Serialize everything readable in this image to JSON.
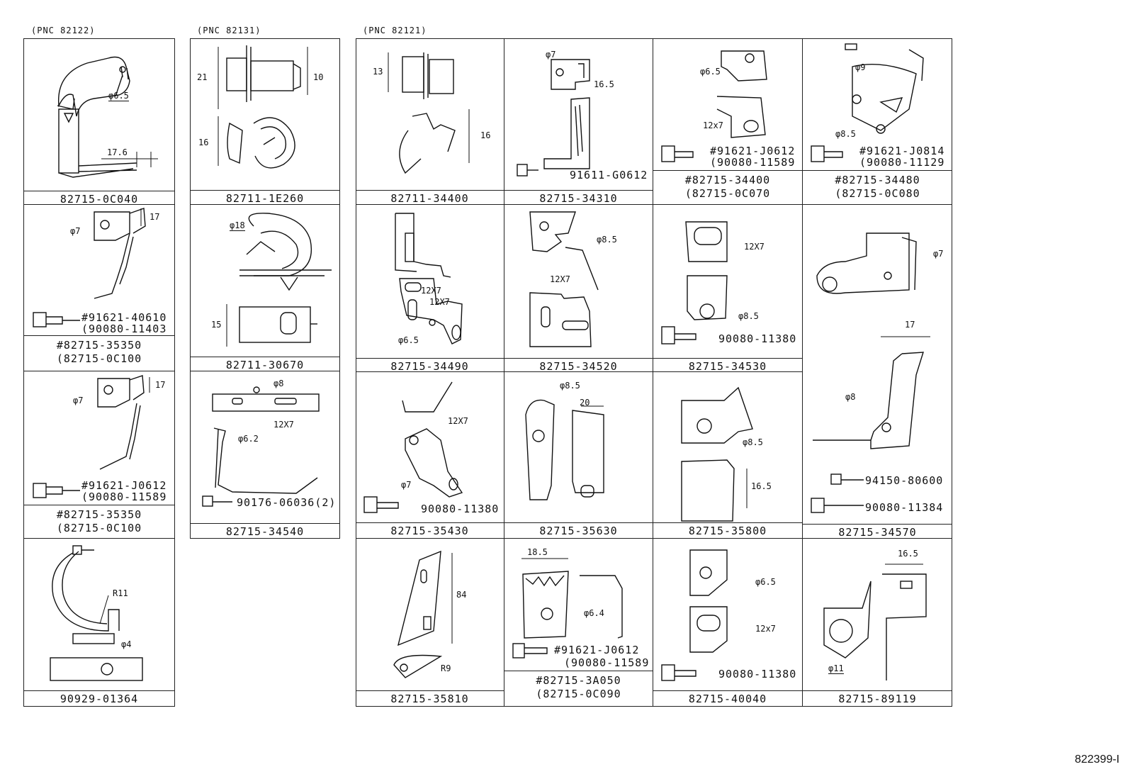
{
  "headers": {
    "pnc_a": "(PNC 82122)",
    "pnc_b": "(PNC 82131)",
    "pnc_c": "(PNC 82121)"
  },
  "footer": "822399-I",
  "col1": {
    "p1": {
      "part": "82715-0C040",
      "d1": "φ6.5",
      "d2": "17.6"
    },
    "p2": {
      "d1": "φ7",
      "d2": "17",
      "bolt1": "#91621-40610",
      "bolt2": "(90080-11403",
      "part": "#82715-35350",
      "alt": "(82715-0C100"
    },
    "p3": {
      "d1": "φ7",
      "d2": "17",
      "bolt1": "#91621-J0612",
      "bolt2": "(90080-11589",
      "part": "#82715-35350",
      "alt": "(82715-0C100"
    },
    "p4": {
      "d1": "R11",
      "d2": "φ4",
      "part": "90929-01364"
    }
  },
  "col2": {
    "p1": {
      "d1": "21",
      "d2": "10",
      "d3": "16",
      "part": "82711-1E260"
    },
    "p2": {
      "d1": "φ18",
      "d2": "15",
      "part": "82711-30670"
    },
    "p3": {
      "d1": "φ8",
      "d2": "12X7",
      "d3": "φ6.2",
      "bolt": "90176-06036(2)",
      "part": "82715-34540"
    }
  },
  "grid": {
    "r1": [
      {
        "d1": "13",
        "d2": "16",
        "part": "82711-34400"
      },
      {
        "d1": "φ7",
        "d2": "16.5",
        "bolt": "91611-G0612",
        "part": "82715-34310"
      },
      {
        "d1": "φ6.5",
        "d2": "12x7",
        "bolt1": "#91621-J0612",
        "bolt2": "(90080-11589",
        "part": "#82715-34400",
        "alt": "(82715-0C070"
      },
      {
        "d1": "φ9",
        "d2": "φ8.5",
        "bolt1": "#91621-J0814",
        "bolt2": "(90080-11129",
        "part": "#82715-34480",
        "alt": "(82715-0C080"
      }
    ],
    "r2": [
      {
        "d1": "12X7",
        "d2": "12X7",
        "d3": "φ6.5",
        "part": "82715-34490"
      },
      {
        "d1": "φ8.5",
        "d2": "12X7",
        "part": "82715-34520"
      },
      {
        "d1": "12X7",
        "d2": "φ8.5",
        "bolt": "90080-11380",
        "part": "82715-34530"
      },
      {
        "d1": "φ7",
        "d2": "17",
        "d3": "φ8",
        "bolt1": "94150-80600",
        "bolt2": "90080-11384",
        "part": "82715-34570"
      }
    ],
    "r3": [
      {
        "d1": "12X7",
        "d2": "φ7",
        "bolt": "90080-11380",
        "part": "82715-35430"
      },
      {
        "d1": "φ8.5",
        "d2": "20",
        "part": "82715-35630"
      },
      {
        "d1": "φ8.5",
        "d2": "16.5",
        "part": "82715-35800"
      }
    ],
    "r4": [
      {
        "d1": "84",
        "d2": "R9",
        "part": "82715-35810"
      },
      {
        "d1": "18.5",
        "d2": "φ6.4",
        "bolt1": "#91621-J0612",
        "bolt2": "(90080-11589",
        "part": "#82715-3A050",
        "alt": "(82715-0C090"
      },
      {
        "d1": "φ6.5",
        "d2": "12x7",
        "bolt": "90080-11380",
        "part": "82715-40040"
      },
      {
        "d1": "16.5",
        "d2": "φ11",
        "part": "82715-89119"
      }
    ]
  }
}
